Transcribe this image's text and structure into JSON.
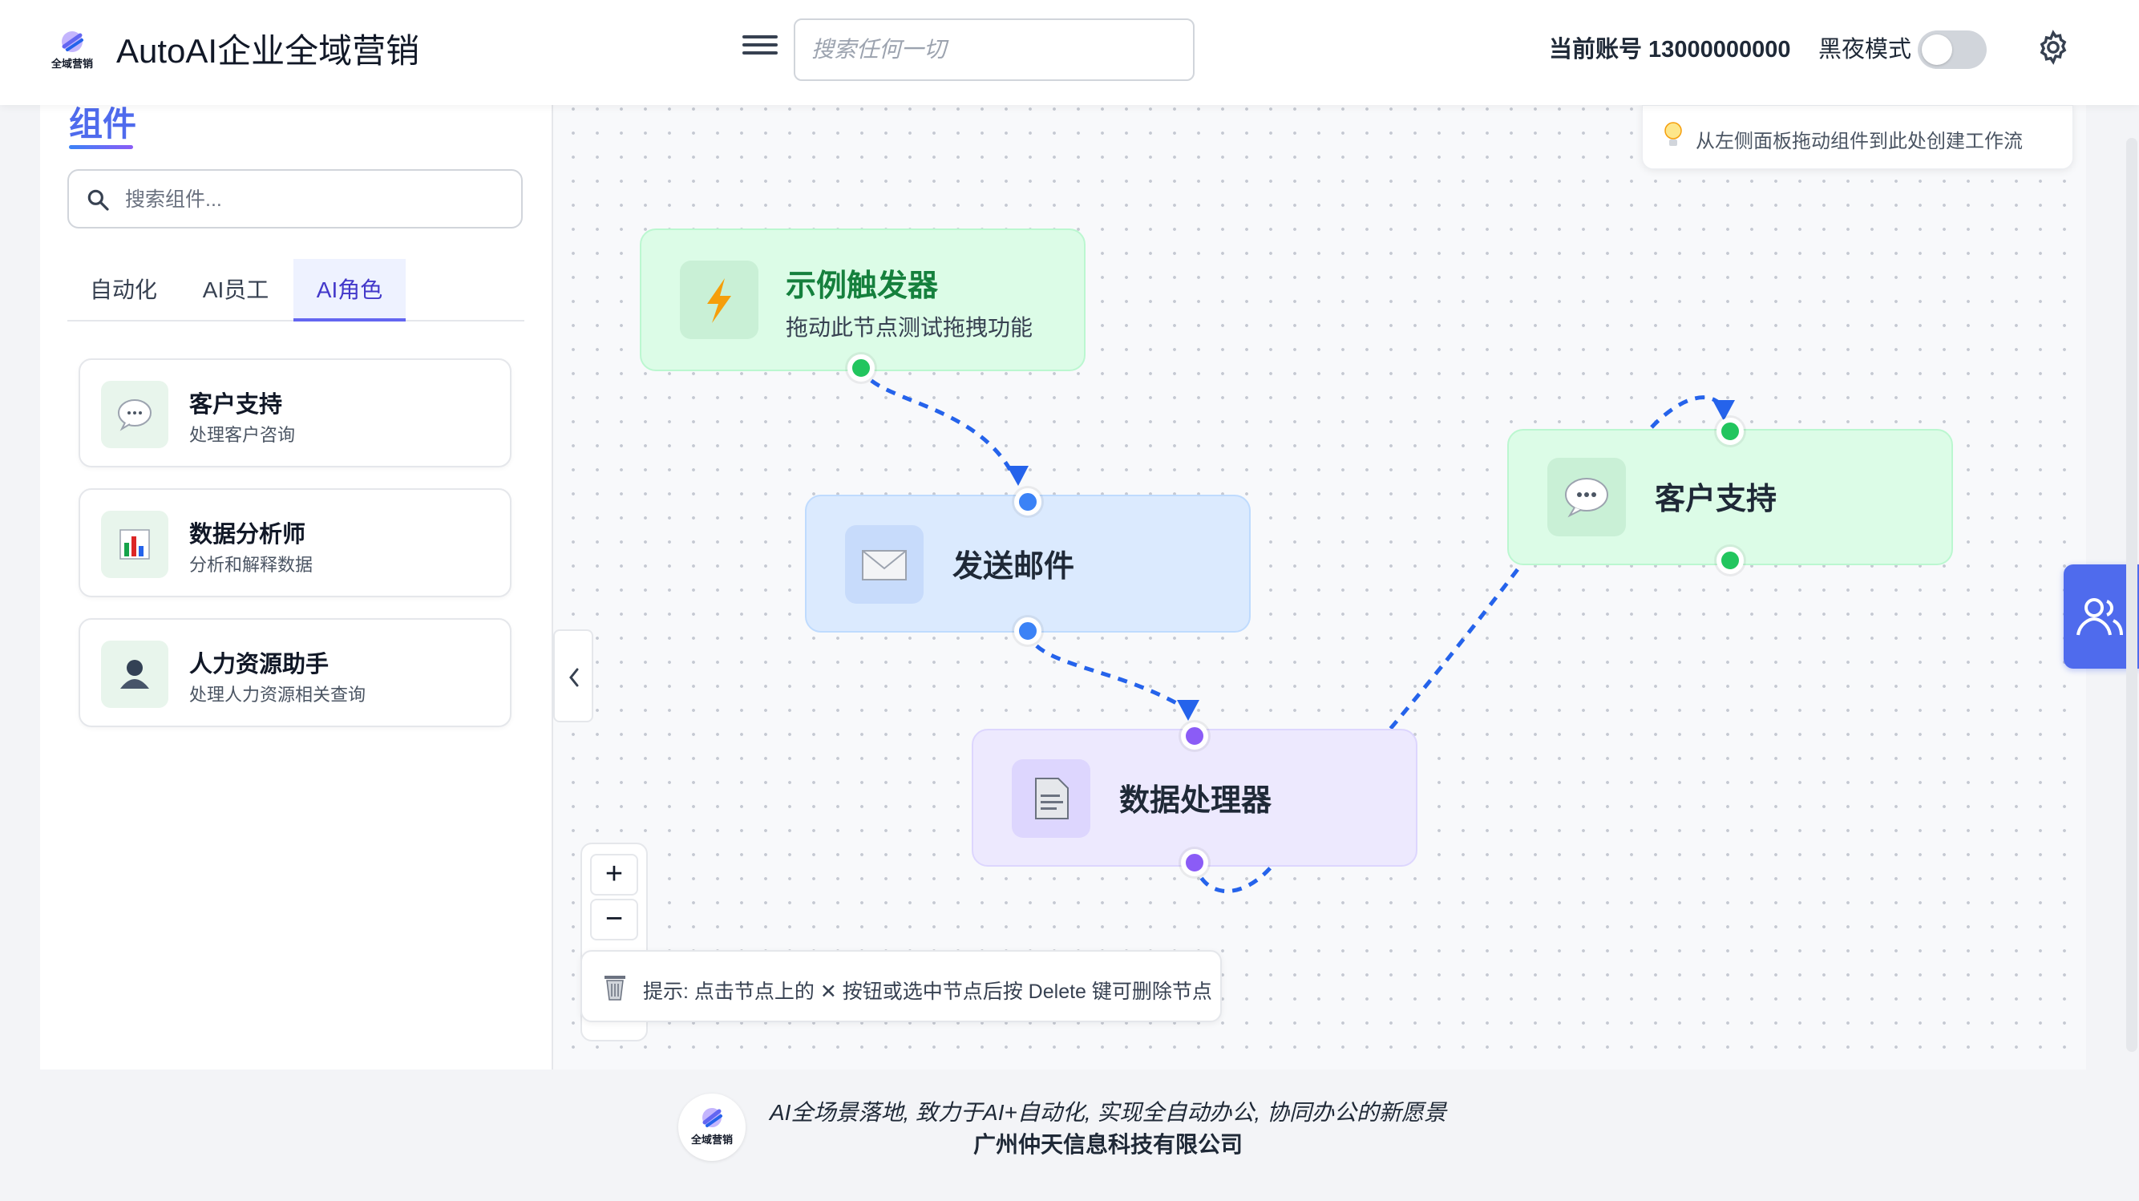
{
  "header": {
    "logo_text": "全域营销",
    "app_title": "AutoAI企业全域营销",
    "search_placeholder": "搜索任何一切",
    "account": "当前账号 13000000000",
    "dark_mode_label": "黑夜模式",
    "dark_mode_on": false
  },
  "sidebar": {
    "title": "组件",
    "search_placeholder": "搜索组件...",
    "tabs": [
      {
        "label": "自动化",
        "active": false
      },
      {
        "label": "AI员工",
        "active": false
      },
      {
        "label": "AI角色",
        "active": true
      }
    ],
    "components": [
      {
        "name": "客户支持",
        "desc": "处理客户咨询",
        "icon": "speech-bubble-icon"
      },
      {
        "name": "数据分析师",
        "desc": "分析和解释数据",
        "icon": "bar-chart-icon"
      },
      {
        "name": "人力资源助手",
        "desc": "处理人力资源相关查询",
        "icon": "person-icon"
      }
    ]
  },
  "canvas": {
    "tip": "从左侧面板拖动组件到此处创建工作流",
    "hint": "提示: 点击节点上的 ✕ 按钮或选中节点后按 Delete 键可删除节点",
    "zoom_in": "+",
    "zoom_out": "−",
    "nodes": [
      {
        "title": "示例触发器",
        "subtitle": "拖动此节点测试拖拽功能",
        "icon": "lightning-icon",
        "color": "#22c55e"
      },
      {
        "title": "发送邮件",
        "icon": "envelope-icon",
        "color": "#3b82f6"
      },
      {
        "title": "数据处理器",
        "icon": "document-icon",
        "color": "#8b5cf6"
      },
      {
        "title": "客户支持",
        "icon": "speech-bubble-icon",
        "color": "#22c55e"
      }
    ]
  },
  "footer": {
    "slogan": "AI全场景落地, 致力于AI+自动化, 实现全自动办公, 协同办公的新愿景",
    "company": "广州仲天信息科技有限公司"
  },
  "colors": {
    "accent": "#4f6bed",
    "green": "#22c55e",
    "blue": "#3b82f6",
    "purple": "#8b5cf6"
  }
}
